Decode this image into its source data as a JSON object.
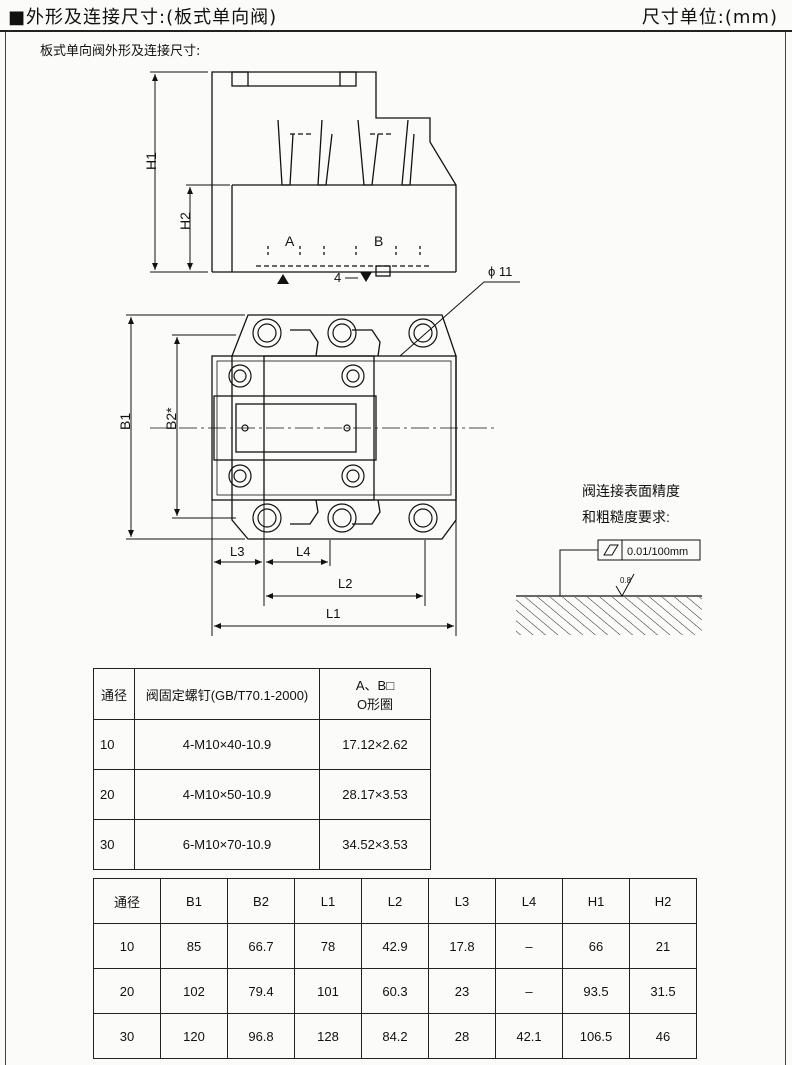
{
  "header": {
    "title": "■外形及连接尺寸:(板式单向阀)",
    "unit": "尺寸单位:(mm)"
  },
  "subtitle": "板式单向阀外形及连接尺寸:",
  "drawing": {
    "dims": {
      "h1": "H1",
      "h2": "H2",
      "a": "A",
      "b": "B",
      "four": "4",
      "phi11": "ϕ 11",
      "b1": "B1",
      "b2": "B2*",
      "l1": "L1",
      "l2": "L2",
      "l3": "L3",
      "l4": "L4"
    },
    "surface": {
      "line1": "阀连接表面精度",
      "line2": "和粗糙度要求:",
      "flatness": "0.01/100mm",
      "roughness": "0.8"
    }
  },
  "table1": {
    "headers": [
      "通径",
      "阀固定螺钉(GB/T70.1-2000)",
      "A、B□",
      "O形圈"
    ],
    "rows": [
      [
        "10",
        "4-M10×40-10.9",
        "17.12×2.62"
      ],
      [
        "20",
        "4-M10×50-10.9",
        "28.17×3.53"
      ],
      [
        "30",
        "6-M10×70-10.9",
        "34.52×3.53"
      ]
    ]
  },
  "table2": {
    "headers": [
      "通径",
      "B1",
      "B2",
      "L1",
      "L2",
      "L3",
      "L4",
      "H1",
      "H2"
    ],
    "rows": [
      [
        "10",
        "85",
        "66.7",
        "78",
        "42.9",
        "17.8",
        "–",
        "66",
        "21"
      ],
      [
        "20",
        "102",
        "79.4",
        "101",
        "60.3",
        "23",
        "–",
        "93.5",
        "31.5"
      ],
      [
        "30",
        "120",
        "96.8",
        "128",
        "84.2",
        "28",
        "42.1",
        "106.5",
        "46"
      ]
    ]
  }
}
